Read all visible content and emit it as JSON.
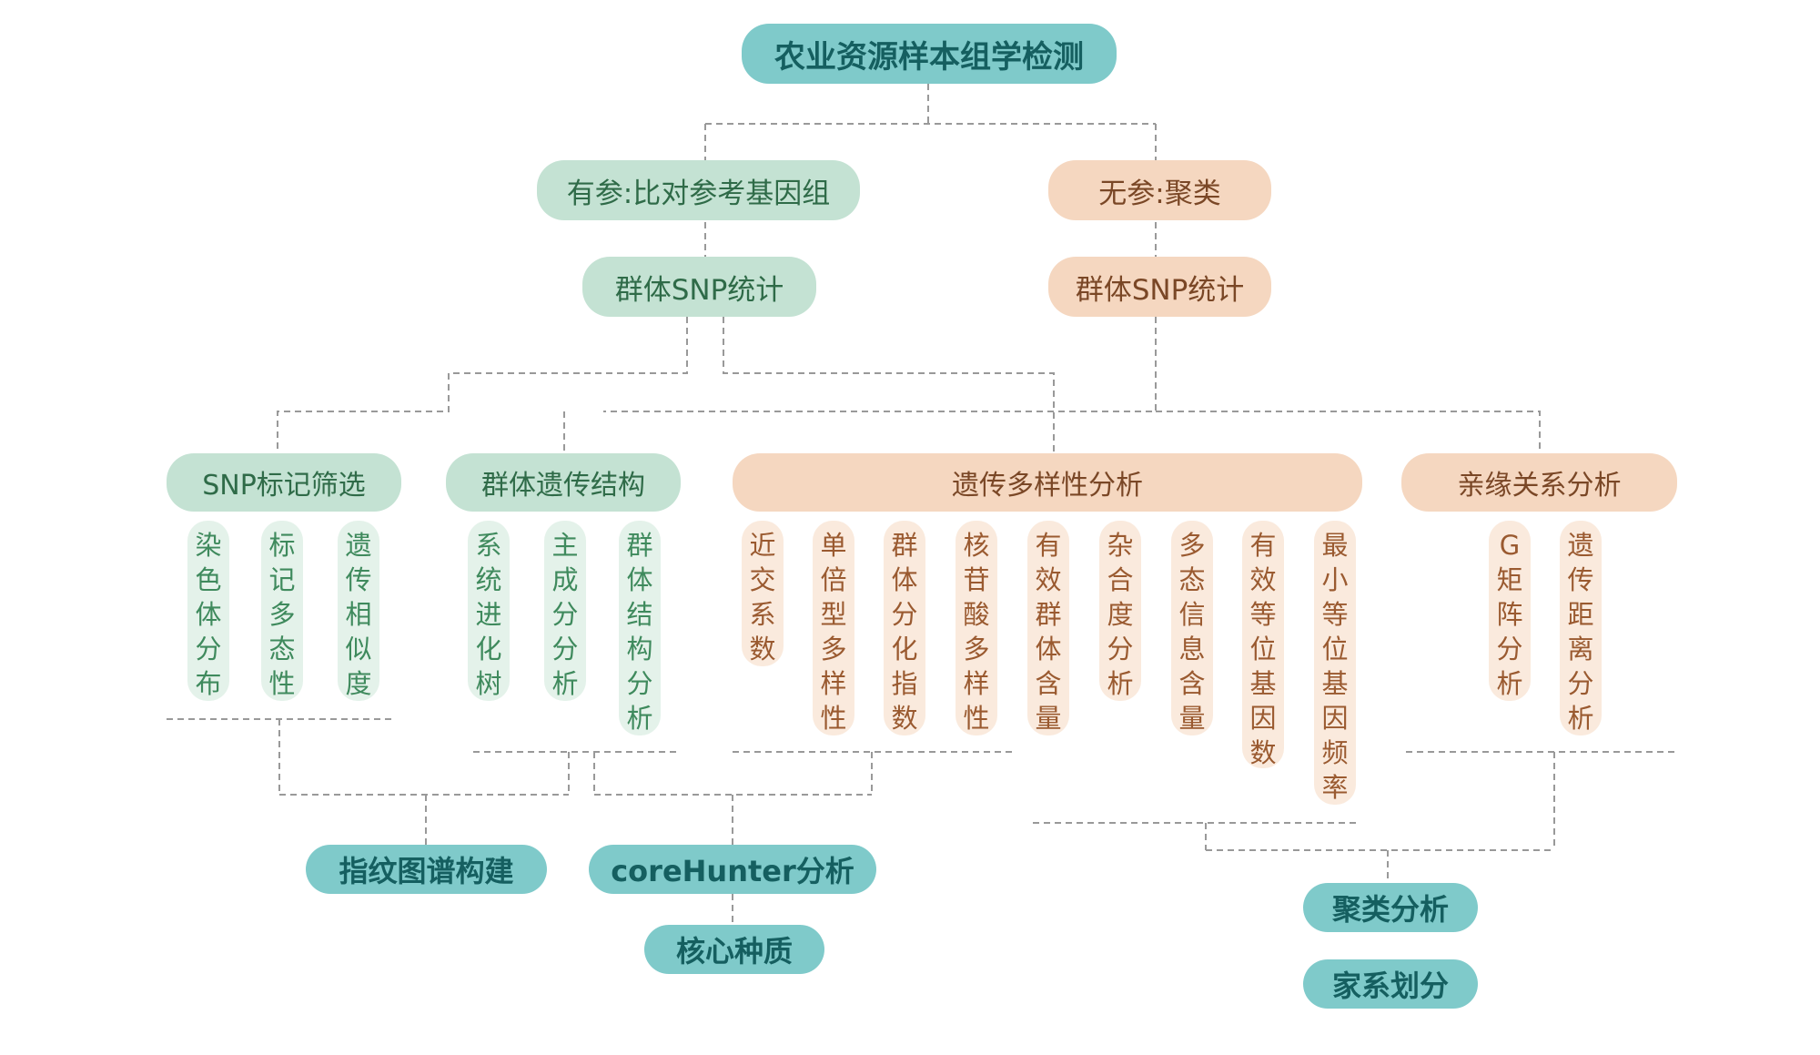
{
  "root": "农业资源样本组学检测",
  "branches": {
    "ref": {
      "label": "有参:比对参考基因组",
      "snp": "群体SNP统计"
    },
    "noref": {
      "label": "无参:聚类",
      "snp": "群体SNP统计"
    }
  },
  "categories": {
    "snp_marker": {
      "label": "SNP标记筛选",
      "items": [
        "染色体分布",
        "标记多态性",
        "遗传相似度"
      ]
    },
    "pop_structure": {
      "label": "群体遗传结构",
      "items": [
        "系统进化树",
        "主成分分析",
        "群体结构分析"
      ]
    },
    "diversity": {
      "label": "遗传多样性分析",
      "items": [
        "近交系数",
        "单倍型多样性",
        "群体分化指数",
        "核苷酸多样性",
        "有效群体含量",
        "杂合度分析",
        "多态信息含量",
        "有效等位基因数",
        "最小等位基因频率"
      ]
    },
    "kinship": {
      "label": "亲缘关系分析",
      "items": [
        "G矩阵分析",
        "遗传距离分析"
      ]
    }
  },
  "outputs": {
    "fingerprint": "指纹图谱构建",
    "corehunter": "coreHunter分析",
    "core_germplasm": "核心种质",
    "cluster": "聚类分析",
    "pedigree": "家系划分"
  },
  "colors": {
    "teal": "#7fcaca",
    "teal_text": "#155f60",
    "green": "#c4e2d3",
    "green_text": "#2f6b48",
    "peach": "#f5d7c0",
    "peach_text": "#7a4726",
    "light_green": "#e4f2ea",
    "light_peach": "#faeadd",
    "connector": "#999999"
  }
}
